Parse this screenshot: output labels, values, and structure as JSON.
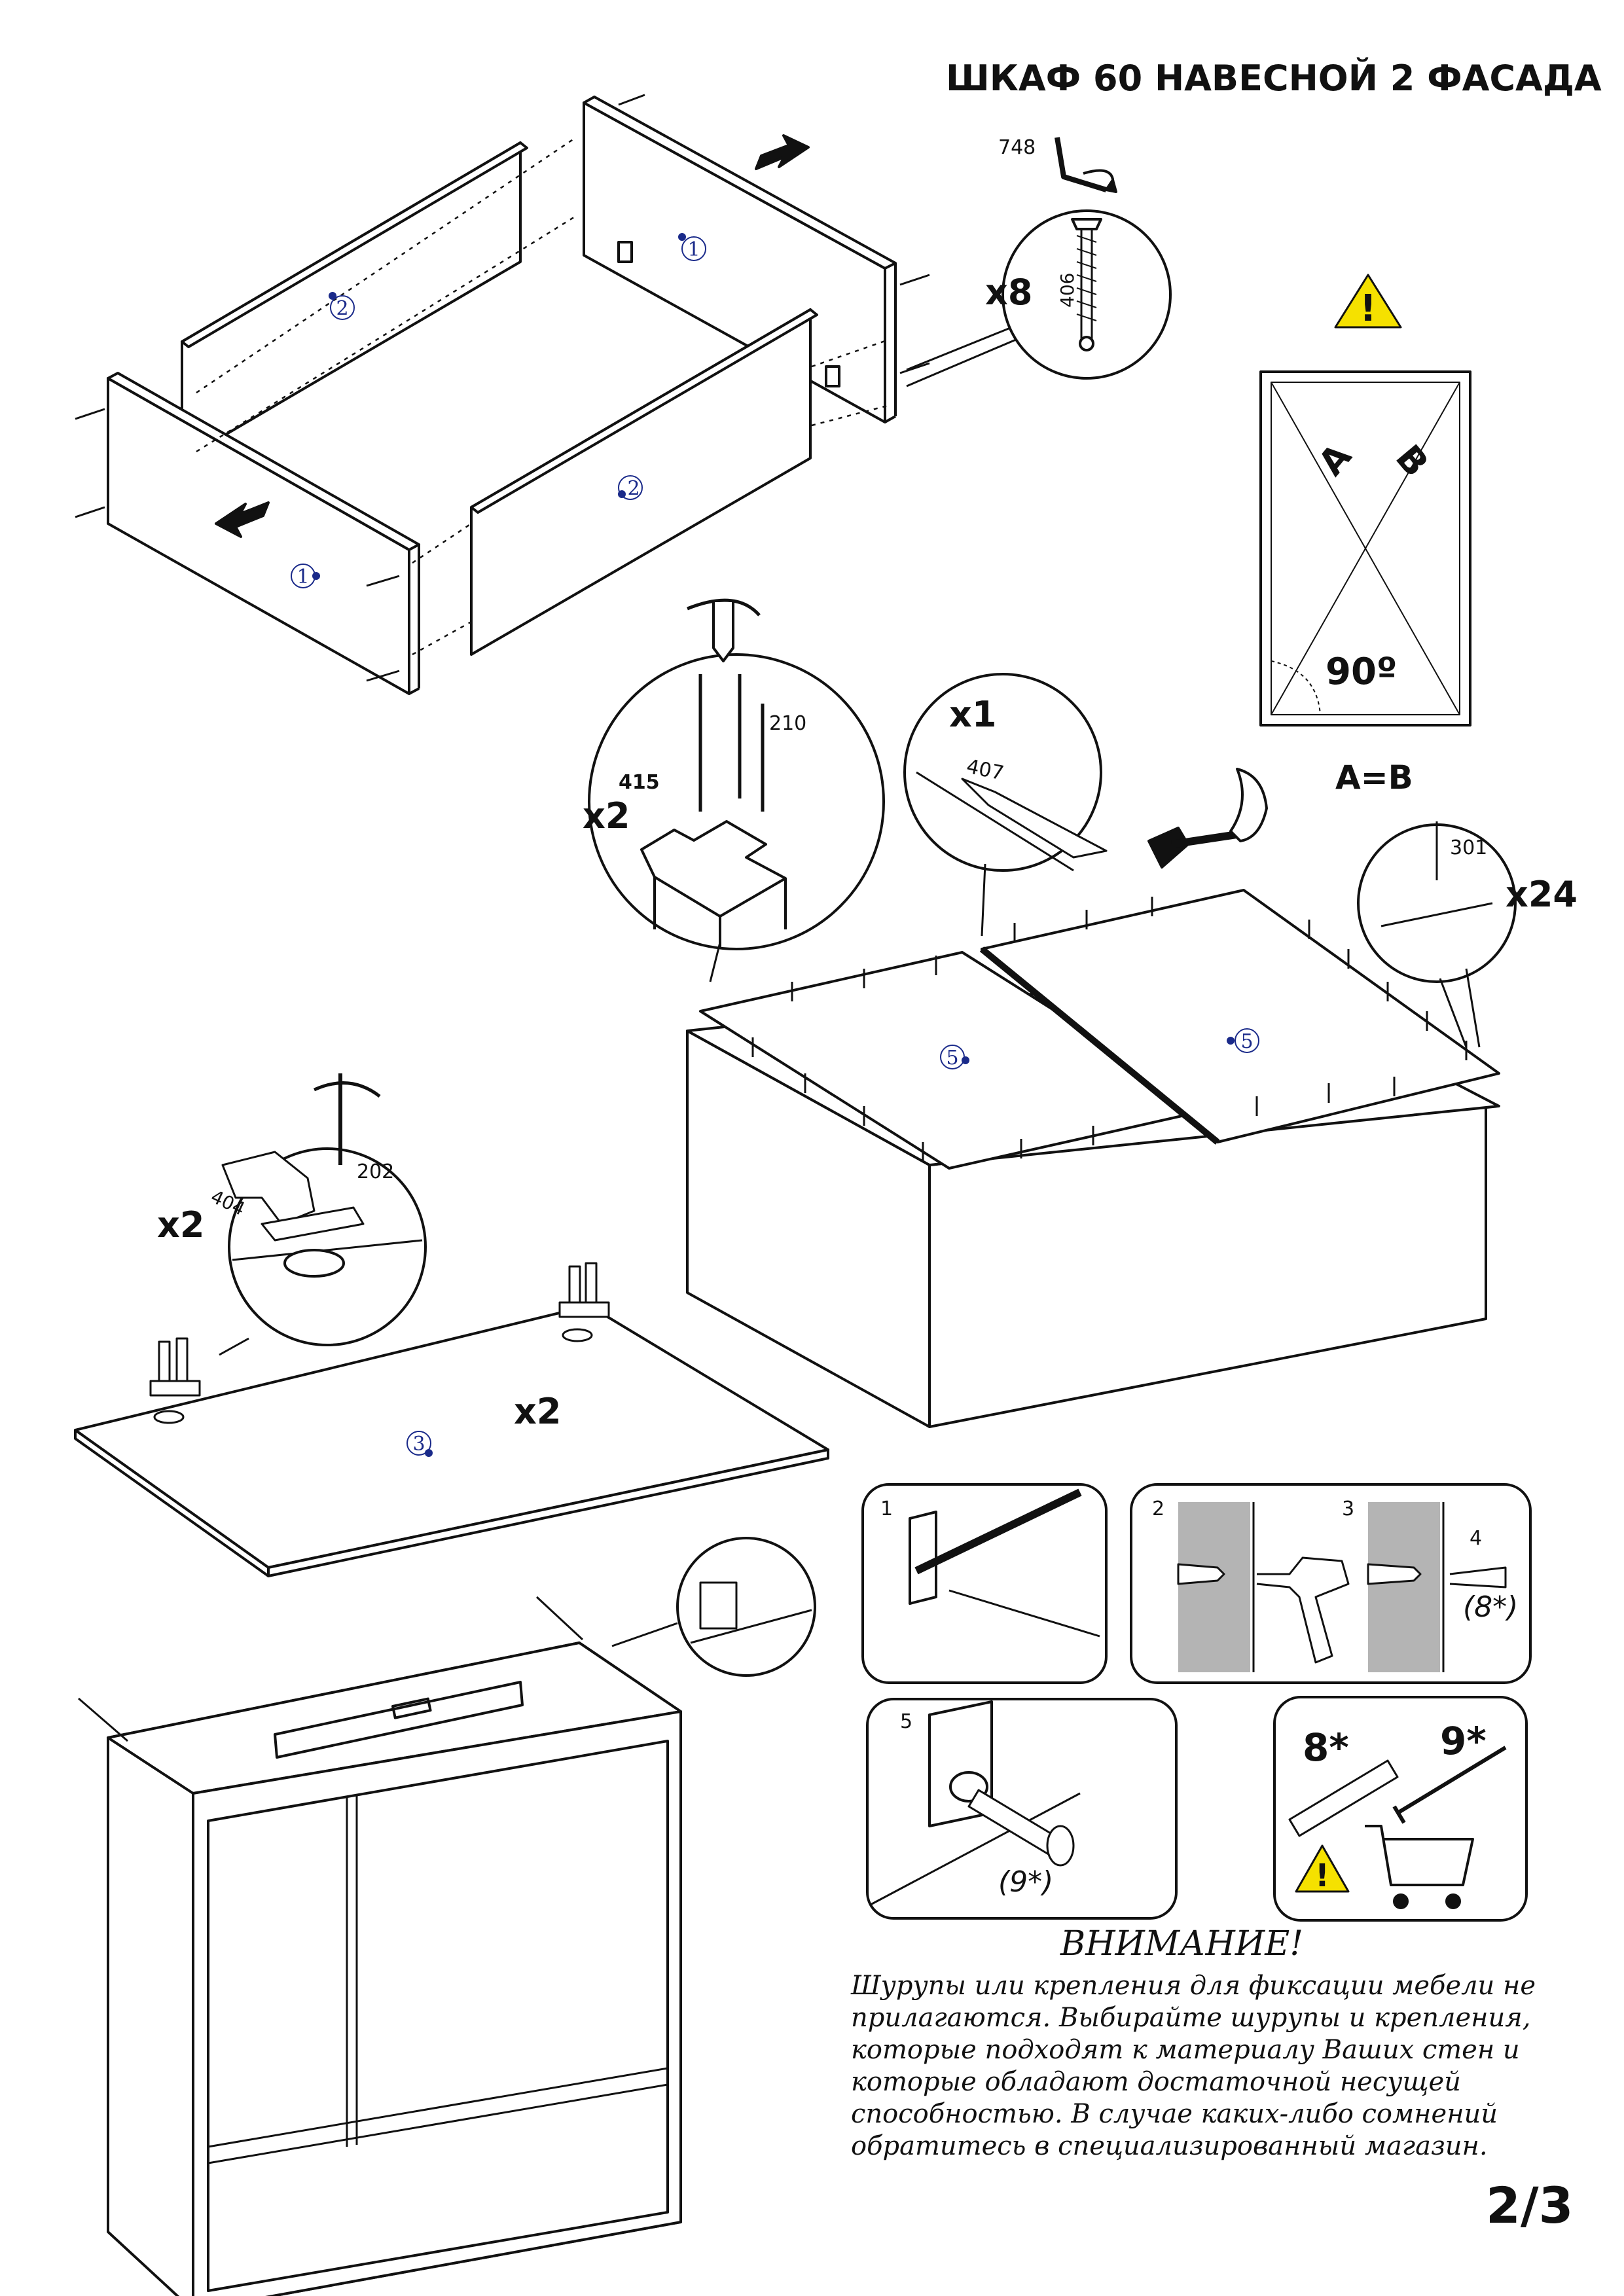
{
  "document": {
    "title": "ШКАФ 60 НАВЕСНОЙ 2 ФАСАДА",
    "page_number": "2/3"
  },
  "parts": {
    "p1": "1",
    "p2": "2",
    "p3": "3",
    "p5": "5"
  },
  "hardware": {
    "code_748": "748",
    "code_406": "406",
    "code_415": "415",
    "code_210": "210",
    "code_407": "407",
    "code_301": "301",
    "code_404": "404",
    "code_202": "202"
  },
  "quantities": {
    "x8": "x8",
    "x2_bracket": "x2",
    "x1": "x1",
    "x24": "x24",
    "x2_hinge": "x2",
    "x2_door": "x2"
  },
  "diagonal_check": {
    "label_a": "A",
    "label_b": "B",
    "angle": "90º",
    "equation": "A=B"
  },
  "mount_steps": {
    "s1": "1",
    "s2": "2",
    "s3": "3",
    "s4": "4",
    "s5": "5",
    "ref_8": "(8*)",
    "ref_9": "(9*)",
    "item_8": "8*",
    "item_9": "9*"
  },
  "warning": {
    "title": "ВНИМАНИЕ!",
    "lines": [
      "Шурупы или крепления для фиксации мебели не",
      "прилагаются. Выбирайте шурупы и крепления,",
      "которые подходят к материалу Ваших стен и",
      "которые обладают достаточной несущей",
      "способностью. В случае каких-либо  сомнений",
      "обратитесь в  специализированный магазин."
    ]
  },
  "colors": {
    "line": "#111111",
    "part_marker": "#1a2a8a",
    "warning_yellow": "#f5e100",
    "wall_gray": "#b4b4b4"
  }
}
